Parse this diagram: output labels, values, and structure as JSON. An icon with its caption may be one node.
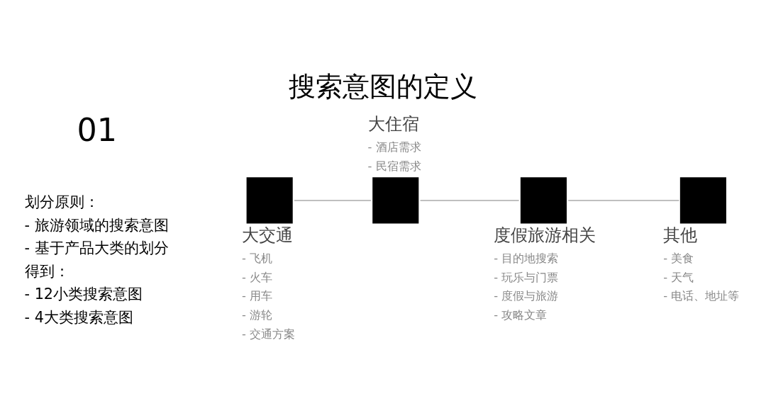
{
  "diagram": {
    "title": "搜索意图的定义",
    "nodes": [
      {
        "text": [],
        "shape": "box",
        "beside": [
          "大交通",
          "- 飞机",
          "- 火车",
          "- 用车",
          "- 游轮",
          "- 交通方案"
        ]
      },
      {
        "text": [],
        "shape": "box",
        "beside": [
          "大住宿",
          "- 酒店需求",
          "- 民宿需求"
        ]
      },
      {
        "text": [],
        "shape": "box",
        "beside": [
          "度假旅游相关",
          "- 目的地搜索",
          "- 玩乐与门票",
          "- 度假与旅游",
          "- 攻略文章"
        ]
      },
      {
        "text": [],
        "shape": "box",
        "beside": [
          "其他",
          "- 美食",
          "- 天气",
          "- 电话、地址等"
        ]
      }
    ],
    "edges": [
      {
        "from": 0,
        "to": 1,
        "arrow": "none"
      },
      {
        "from": 1,
        "to": 2,
        "arrow": "none"
      },
      {
        "from": 2,
        "to": 3,
        "arrow": "none"
      }
    ],
    "labels": [
      "01",
      "划分原则：",
      "- 旅游领域的搜索意图",
      "- 基于产品大类的划分",
      "得到：",
      "- 12小类搜索意图",
      "- 4大类搜索意图"
    ]
  }
}
